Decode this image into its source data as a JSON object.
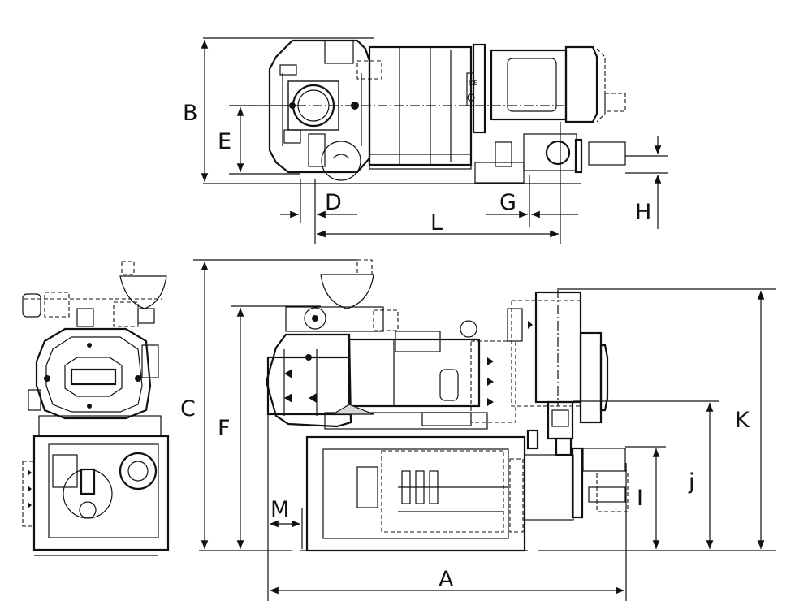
{
  "labels": {
    "A": "A",
    "B": "B",
    "C": "C",
    "D": "D",
    "E": "E",
    "F": "F",
    "G": "G",
    "H": "H",
    "I": "I",
    "j": "j",
    "K": "K",
    "L": "L",
    "M": "M"
  },
  "views": {
    "top": "top-view",
    "end": "end-view",
    "side": "side-view"
  },
  "colors": {
    "ink": "#111111",
    "background": "#ffffff",
    "shade": "#d8d8d8"
  }
}
